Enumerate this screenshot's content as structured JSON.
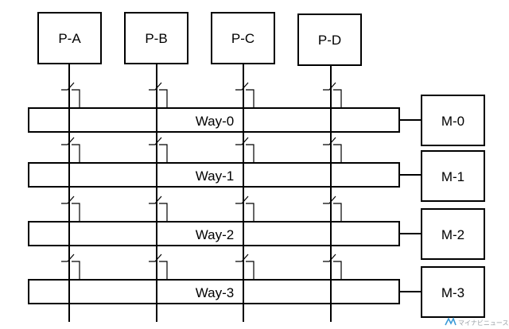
{
  "processors": [
    "P-A",
    "P-B",
    "P-C",
    "P-D"
  ],
  "ways": [
    "Way-0",
    "Way-1",
    "Way-2",
    "Way-3"
  ],
  "memories": [
    "M-0",
    "M-1",
    "M-2",
    "M-3"
  ],
  "watermark": "マイナビニュース",
  "colors": {
    "line": "#000000",
    "background": "#ffffff",
    "watermark": "#9aa0a6",
    "watermark_accent": "#3a9bd8"
  }
}
